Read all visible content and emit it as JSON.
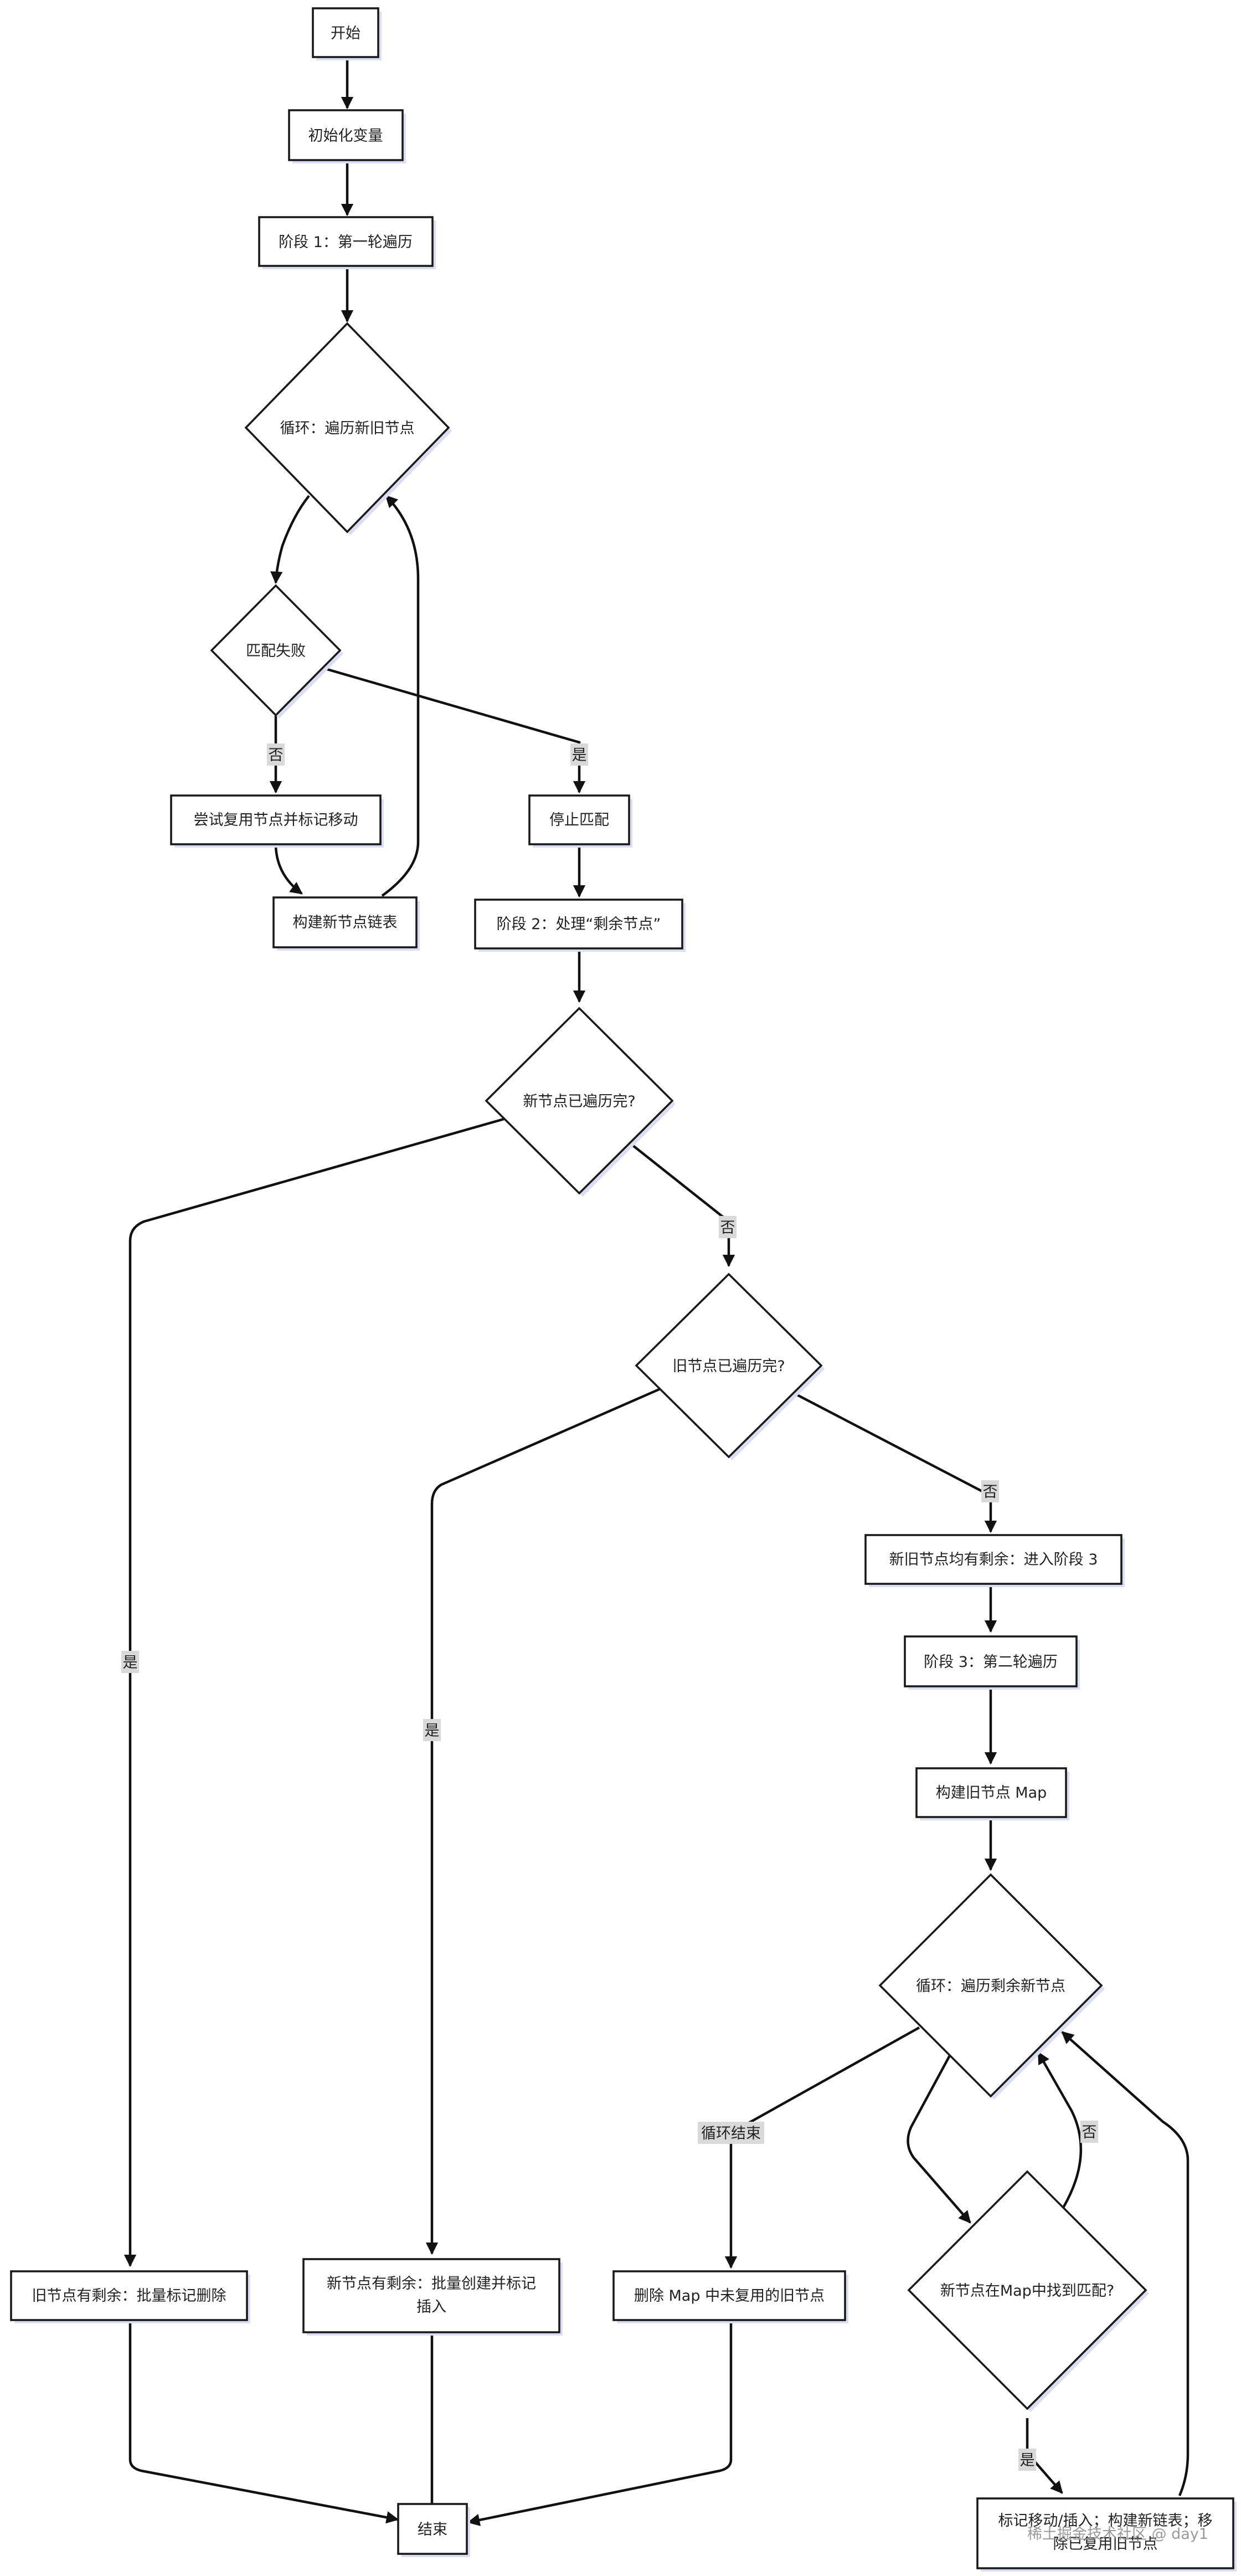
{
  "nodes": {
    "start": "开始",
    "init": "初始化变量",
    "phase1": "阶段 1：第一轮遍历",
    "loop1": "循环：遍历新旧节点",
    "match_fail": "匹配失败",
    "try_reuse": "尝试复用节点并标记移动",
    "build_list1": "构建新节点链表",
    "stop_match": "停止匹配",
    "phase2": "阶段 2：处理“剩余节点”",
    "new_done": "新节点已遍历完?",
    "old_done": "旧节点已遍历完?",
    "both_left": "新旧节点均有剩余：进入阶段 3",
    "phase3": "阶段 3：第二轮遍历",
    "build_map": "构建旧节点 Map",
    "loop2": "循环：遍历剩余新节点",
    "old_left_delete": "旧节点有剩余：批量标记删除",
    "new_left_create_1": "新节点有剩余：批量创建并标记",
    "new_left_create_2": "插入",
    "delete_unused": "删除 Map 中未复用的旧节点",
    "found_in_map": "新节点在Map中找到匹配?",
    "mark_move_1": "标记移动/插入；构建新链表；移",
    "mark_move_2": "除已复用旧节点",
    "end": "结束"
  },
  "edge_labels": {
    "no_reuse": "否",
    "yes_stop": "是",
    "no_new_done": "否",
    "no_old_done": "否",
    "yes_new_done": "是",
    "yes_old_done": "是",
    "loop_end": "循环结束",
    "no_found": "否",
    "yes_found": "是"
  },
  "watermark": "稀土掘金技术社区 @ day1"
}
